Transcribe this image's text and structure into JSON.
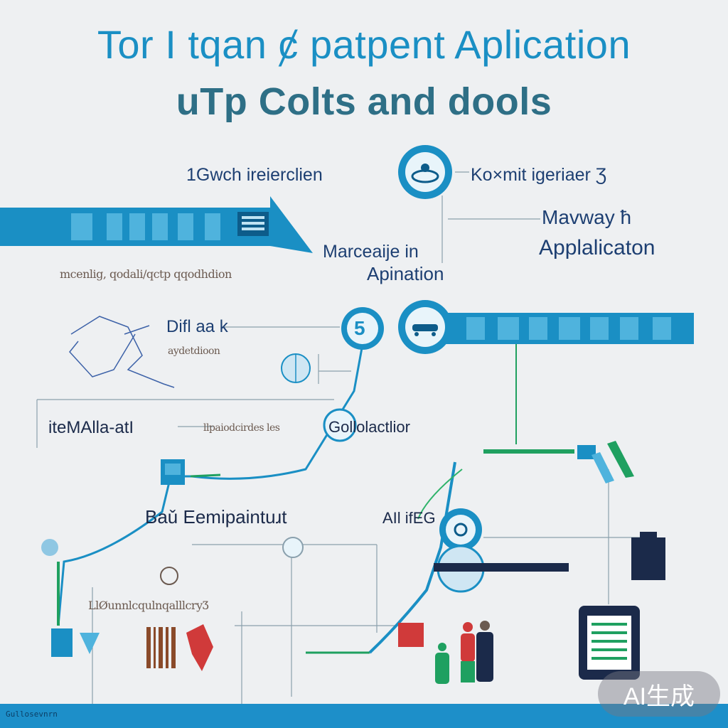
{
  "title": {
    "line1": "Tor I tqan ȼ patpent Aplication",
    "line2": "uTp Colts and dools"
  },
  "labels": {
    "top_left": "1Gwch ireierclien",
    "top_right": "Ko×mit igeriaer Ʒ",
    "right_mid_1": "Mavway ħ",
    "right_mid_2": "Applalicaton",
    "center_1": "Marceaije in",
    "center_2": "Apination",
    "left_mid": "Difl aa k",
    "left_bar": "iteMAlla-atI",
    "center_collab": "Gollolactlior",
    "bottom_left": "Baǔ Eemipaintuɹt",
    "bottom_center": "AIl ifEG",
    "node_number": "5"
  },
  "scribbles": {
    "row1": "mcenlig, qodali/qctp qqodhdion",
    "row2": "aydetdioon",
    "row3": "llpaiodcirdes les",
    "row4": "LlØunnlcqulnqalllcryƷ",
    "footer": "Gullosevnrn"
  },
  "watermark": "AI生成",
  "colors": {
    "accent_blue": "#1a8fc4",
    "title_teal": "#2e6f86",
    "label_navy": "#1d3f72",
    "green": "#1fa060",
    "red": "#d03a3a",
    "dark_navy": "#1b2a4a"
  },
  "icons": [
    "gear-cloud-icon",
    "car-icon",
    "person-icon",
    "document-icon",
    "clipboard-icon",
    "barcode-icon",
    "robotic-arm-icon"
  ]
}
